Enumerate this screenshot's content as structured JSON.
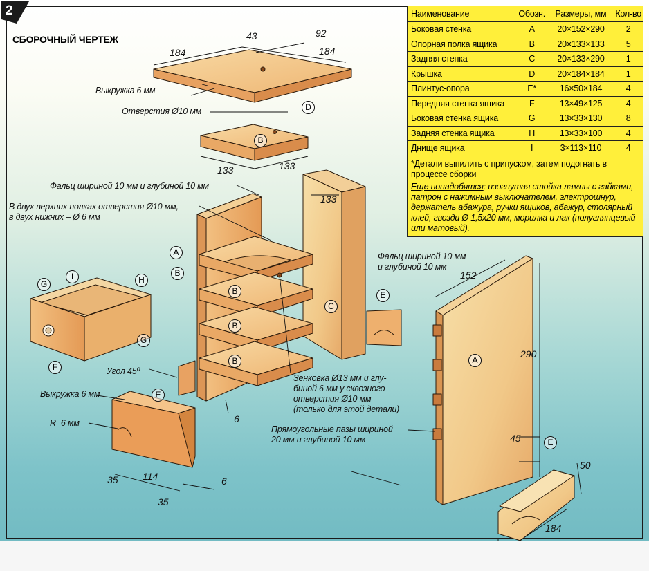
{
  "badge": "2",
  "heading": "СБОРОЧНЫЙ ЧЕРТЕЖ",
  "table": {
    "headers": [
      "Наименование",
      "Обозн.",
      "Размеры, мм",
      "Кол-во"
    ],
    "rows": [
      [
        "Боковая стенка",
        "A",
        "20×152×290",
        "2"
      ],
      [
        "Опорная полка ящика",
        "B",
        "20×133×133",
        "5"
      ],
      [
        "Задняя стенка",
        "C",
        "20×133×290",
        "1"
      ],
      [
        "Крышка",
        "D",
        "20×184×184",
        "1"
      ],
      [
        "Плинтус-опора",
        "E*",
        "16×50×184",
        "4"
      ],
      [
        "Передняя стенка ящика",
        "F",
        "13×49×125",
        "4"
      ],
      [
        "Боковая стенка ящика",
        "G",
        "13×33×130",
        "8"
      ],
      [
        "Задняя стенка ящика",
        "H",
        "13×33×100",
        "4"
      ],
      [
        "Днище ящика",
        "I",
        "3×113×110",
        "4"
      ]
    ],
    "footnote": "*Детали выпилить с припуском, затем подогнать в процессе сборки",
    "extra_title": "Еще понадобятся",
    "extra_text": ": изогнутая стойка лампы с гайками, патрон с нажимным выключателем, электрошнур, держатель абажура, ручки ящиков, абажур, столярный клей, гвозди Ø 1,5x20 мм, морилка и лак (полуглянцевый или матовый)."
  },
  "labels": {
    "vykruzhka_top": "Выкружка 6 мм",
    "otverstia": "Отверстия Ø10 мм",
    "falc_top": "Фальц шириной 10 мм и глубиной 10 мм",
    "holes_line1": "В двух верхних полках отверстия Ø10 мм,",
    "holes_line2": "в двух нижних – Ø 6 мм",
    "falc_right_1": "Фальц шириной 10 мм",
    "falc_right_2": "и глубиной 10 мм",
    "ugol": "Угол 45º",
    "vykruzhka_left": "Выкружка 6 мм",
    "radius": "R=6 мм",
    "zenkovka_1": "Зенковка Ø13 мм и глу-",
    "zenkovka_2": "биной 6 мм у сквозного",
    "zenkovka_3": "отверстия Ø10 мм",
    "zenkovka_4": "(только для этой детали)",
    "pazy_1": "Прямоугольные пазы шириной",
    "pazy_2": "20 мм и глубиной 10 мм"
  },
  "dims": {
    "d184a": "184",
    "d43": "43",
    "d92": "92",
    "d184b": "184",
    "d133a": "133",
    "d133b": "133",
    "d133c": "133",
    "d152": "152",
    "d290": "290",
    "d45": "45",
    "d6a": "6",
    "d35a": "35",
    "d114": "114",
    "d6b": "6",
    "d35b": "35",
    "d50": "50",
    "d184c": "184"
  },
  "tags": {
    "D": "D",
    "B_top": "B",
    "A": "A",
    "B1": "B",
    "B2": "B",
    "B3": "B",
    "B4": "B",
    "C": "C",
    "E1": "E",
    "E2": "E",
    "E3": "E",
    "A_right": "A",
    "G1": "G",
    "I": "I",
    "H": "H",
    "G2": "G",
    "F": "F"
  },
  "colors": {
    "wood_light": "#f4c98e",
    "wood_mid": "#e8a564",
    "wood_dark": "#c97b3d",
    "table_bg": "#ffef3a",
    "badge_bg": "#1b1b1b"
  }
}
